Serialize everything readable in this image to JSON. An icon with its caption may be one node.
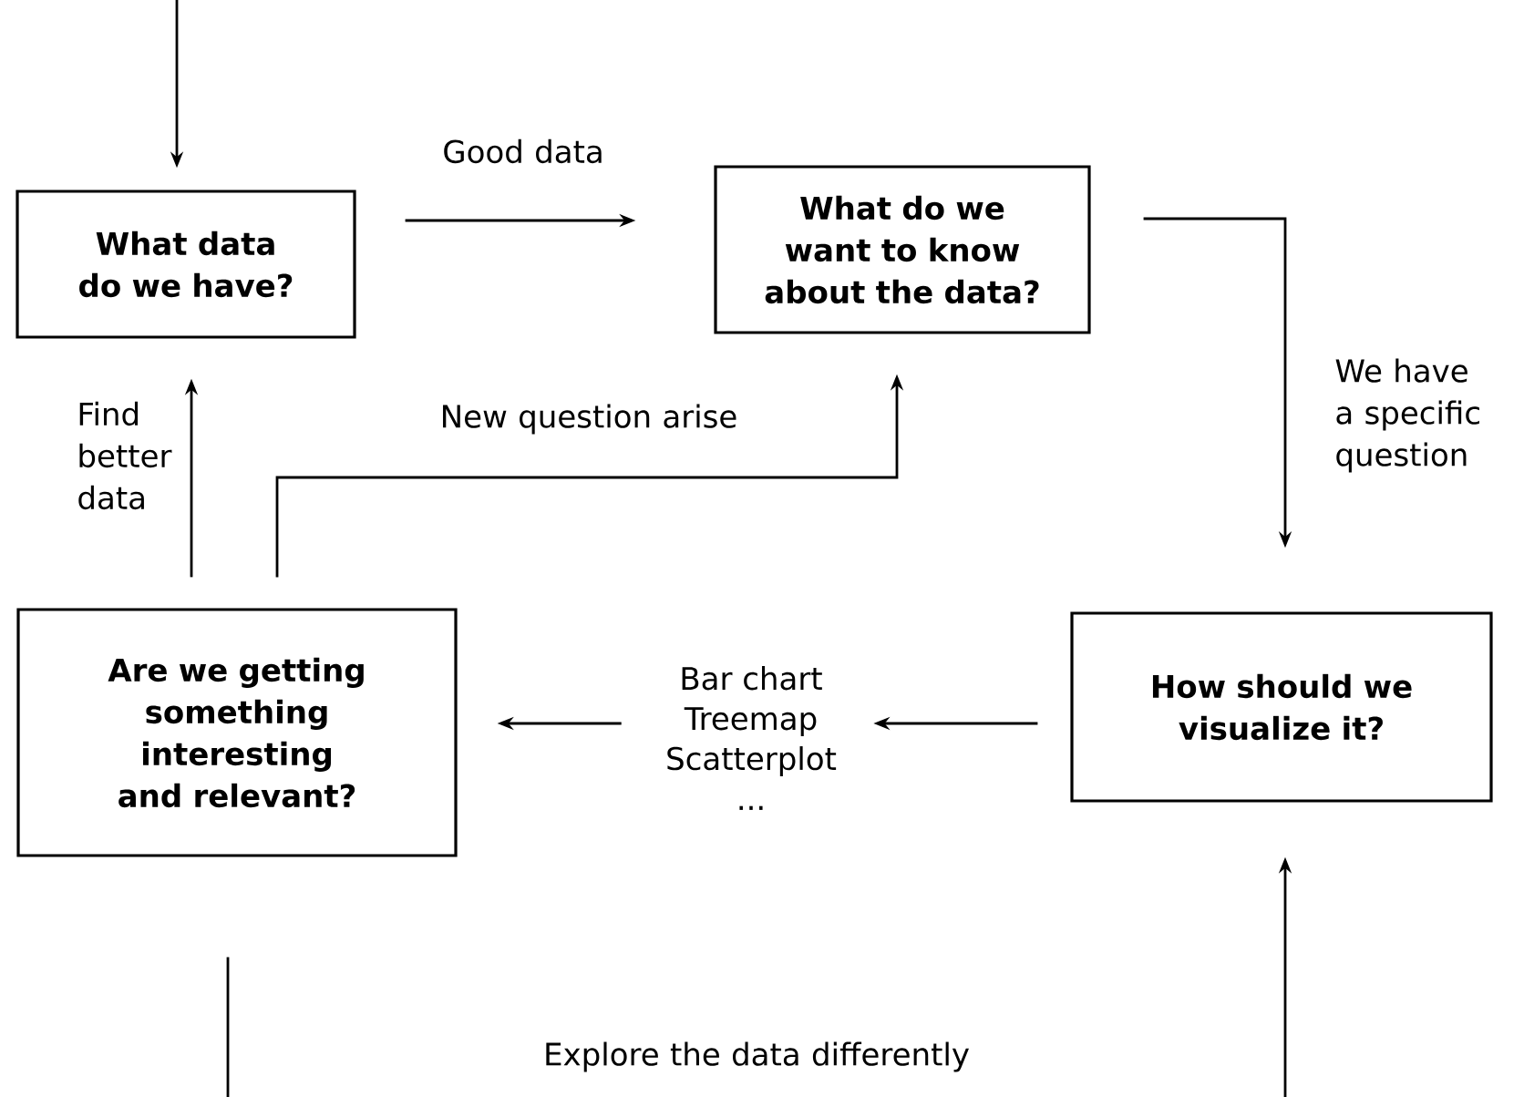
{
  "diagram": {
    "nodes": [
      {
        "text": [
          "What data do we have?"
        ]
      },
      {
        "text": [
          "What do we want to know about the data?"
        ]
      },
      {
        "text": [
          "How should we visualize it?"
        ]
      },
      {
        "text": [
          "Are we getting something interesting and relevant?"
        ]
      },
      {
        "text": [
          "Bar chart",
          "Treemap",
          "Scatterplot",
          "..."
        ]
      }
    ],
    "edges": [
      {
        "from": null,
        "to": 0,
        "arrow": "to"
      },
      {
        "from": 0,
        "to": 1,
        "arrow": "to",
        "label": "Good data"
      },
      {
        "from": 1,
        "to": 2,
        "arrow": "to",
        "label": "We have a specific question"
      },
      {
        "from": 2,
        "to": 4,
        "arrow": "to"
      },
      {
        "from": 4,
        "to": 3,
        "arrow": "to"
      },
      {
        "from": 3,
        "to": 0,
        "arrow": "to",
        "label": "Find better data"
      },
      {
        "from": 3,
        "to": 1,
        "arrow": "to",
        "label": "New question arise"
      },
      {
        "from": 3,
        "to": 2,
        "arrow": "to",
        "label": "Explore the data differently"
      }
    ]
  }
}
